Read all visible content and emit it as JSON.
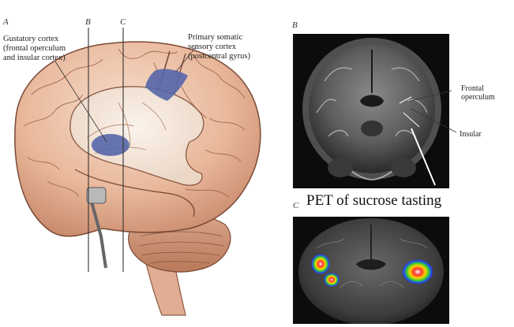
{
  "panel_a": {
    "letter": "A",
    "section_b": "B",
    "section_c": "C",
    "gustatory_label": [
      "Gustatory cortex",
      "(frontal operculum",
      "and insular cortex)"
    ],
    "somatic_label": [
      "Primary somatic",
      "sensory cortex",
      "(postcentral gyrus)"
    ],
    "highlight_color": "#5566aa"
  },
  "panel_b": {
    "letter": "B",
    "frontal_label": [
      "Frontal",
      "operculum"
    ],
    "insular_label": "Insular"
  },
  "panel_c": {
    "letter": "C",
    "title": "PET of sucrose tasting"
  }
}
